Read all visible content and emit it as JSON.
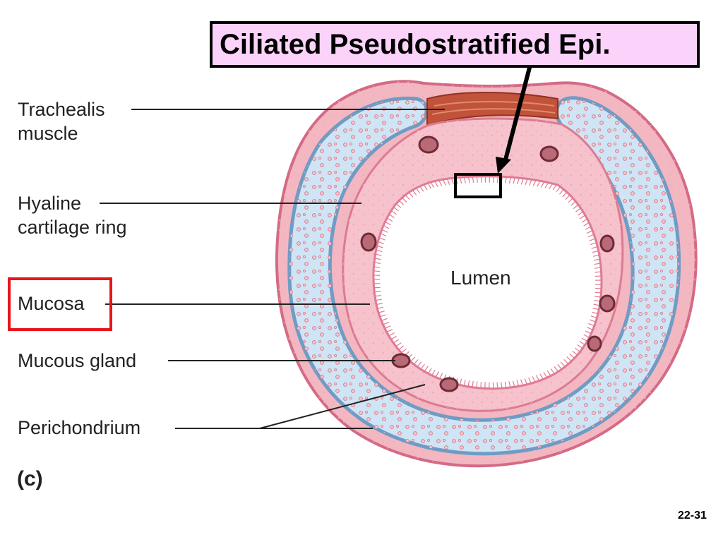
{
  "title": "Ciliated Pseudostratified Epi.",
  "labels": {
    "trachealis_line1": "Trachealis",
    "trachealis_line2": "muscle",
    "hyaline_line1": "Hyaline",
    "hyaline_line2": "cartilage ring",
    "mucosa": "Mucosa",
    "mucous_gland": "Mucous gland",
    "perichondrium": "Perichondrium",
    "lumen": "Lumen"
  },
  "panel_letter": "(c)",
  "slide_number": "22-31",
  "colors": {
    "title_bg": "#fbd3fa",
    "highlight_red": "#e8151b",
    "tissue_pink": "#e07a93",
    "cartilage_blue": "#cfe4f4",
    "perichondrium_blue": "#7aa3c8",
    "muscle_red": "#b8452e"
  }
}
